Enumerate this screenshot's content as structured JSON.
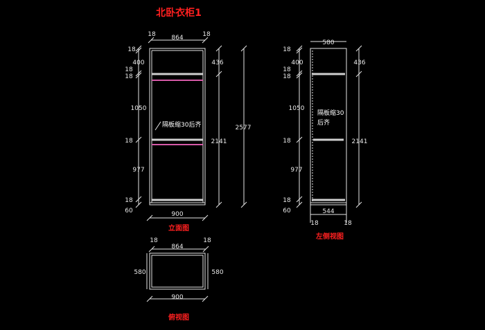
{
  "title": "北卧衣柜1",
  "colors": {
    "background": "#000000",
    "title": "#ff2020",
    "line": "#e6e6e6",
    "shelf_highlight": "#d65aa8"
  },
  "front_view": {
    "caption": "立面图",
    "top_left_thick": "18",
    "top_inner_width": "864",
    "top_right_thick": "18",
    "left_dims": [
      "18",
      "400",
      "18",
      "18",
      "1050",
      "18",
      "977",
      "18",
      "60"
    ],
    "right_dims": [
      "436",
      "2141"
    ],
    "total_height": "2577",
    "bottom_width": "900",
    "note": "隔板缩30后齐"
  },
  "side_view": {
    "caption": "左侧视图",
    "top_depth": "580",
    "left_dims": [
      "18",
      "400",
      "18",
      "18",
      "1050",
      "18",
      "977",
      "18",
      "60"
    ],
    "right_dims": [
      "436",
      "2141"
    ],
    "bottom_inner": "544",
    "bottom_left_thick": "18",
    "bottom_right_thick": "18",
    "note_line1": "隔板缩30",
    "note_line2": "后齐"
  },
  "top_view": {
    "caption": "俯视图",
    "top_left_thick": "18",
    "top_inner_width": "864",
    "top_right_thick": "18",
    "left_depth": "580",
    "right_depth": "580",
    "bottom_width": "900"
  }
}
